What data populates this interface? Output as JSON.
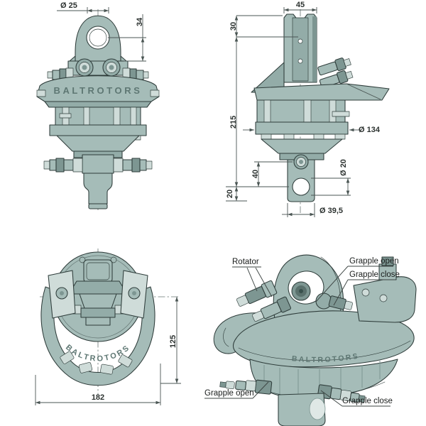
{
  "brand": "BALTROTORS",
  "views": {
    "front": {
      "dims": {
        "shackle_hole_diameter": "Ø 25",
        "shackle_hole_offset": "34"
      }
    },
    "side": {
      "dims": {
        "bracket_width": "45",
        "bracket_hole_offset": "30",
        "body_height": "215",
        "flange_diameter": "Ø 134",
        "pin_hole_offset": "40",
        "pin_hole_diameter": "Ø 20",
        "shaft_end_offset": "20",
        "shaft_diameter": "Ø 39,5"
      }
    },
    "bottom": {
      "dims": {
        "grapple_depth": "125",
        "grapple_width": "182"
      }
    },
    "perspective": {
      "labels": {
        "rotator": "Rotator",
        "grapple_open_top": "Grapple open",
        "grapple_close_top": "Grapple close",
        "grapple_open_bottom": "Grapple open",
        "grapple_close_bottom": "Grapple close"
      }
    }
  },
  "colors": {
    "body": "#a5bcb8",
    "body_mid": "#93aca8",
    "body_dark": "#7d9692",
    "body_light": "#cfdcd9",
    "outline": "#2e3c3a",
    "dim": "#4a5553",
    "dim_text": "#2c3230",
    "brand": "#5e7773",
    "background": "#ffffff"
  }
}
